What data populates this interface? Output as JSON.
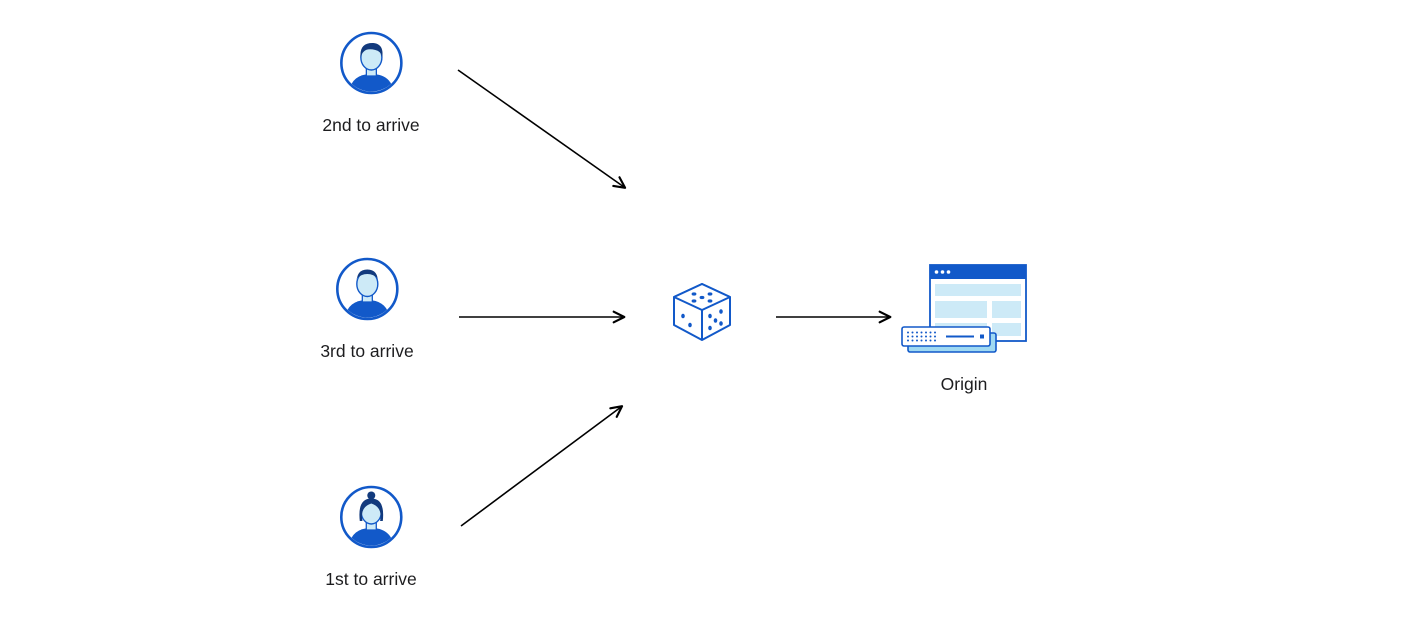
{
  "diagram": {
    "users": [
      {
        "id": "user-2nd",
        "label": "2nd to arrive",
        "icon": "user-male-avatar-icon"
      },
      {
        "id": "user-3rd",
        "label": "3rd to arrive",
        "icon": "user-male-avatar-icon"
      },
      {
        "id": "user-1st",
        "label": "1st to arrive",
        "icon": "user-female-avatar-icon"
      }
    ],
    "router": {
      "icon": "dice-icon"
    },
    "origin": {
      "label": "Origin",
      "icon": "origin-server-browser-icon"
    },
    "colors": {
      "primary_blue": "#1259c9",
      "dark_navy": "#123a7d",
      "light_blue_fill": "#cdeaf7",
      "server_shadow_blue": "#9fd9f2",
      "arrow_black": "#000000",
      "label_text": "#1d1d1f",
      "background": "#ffffff"
    }
  }
}
